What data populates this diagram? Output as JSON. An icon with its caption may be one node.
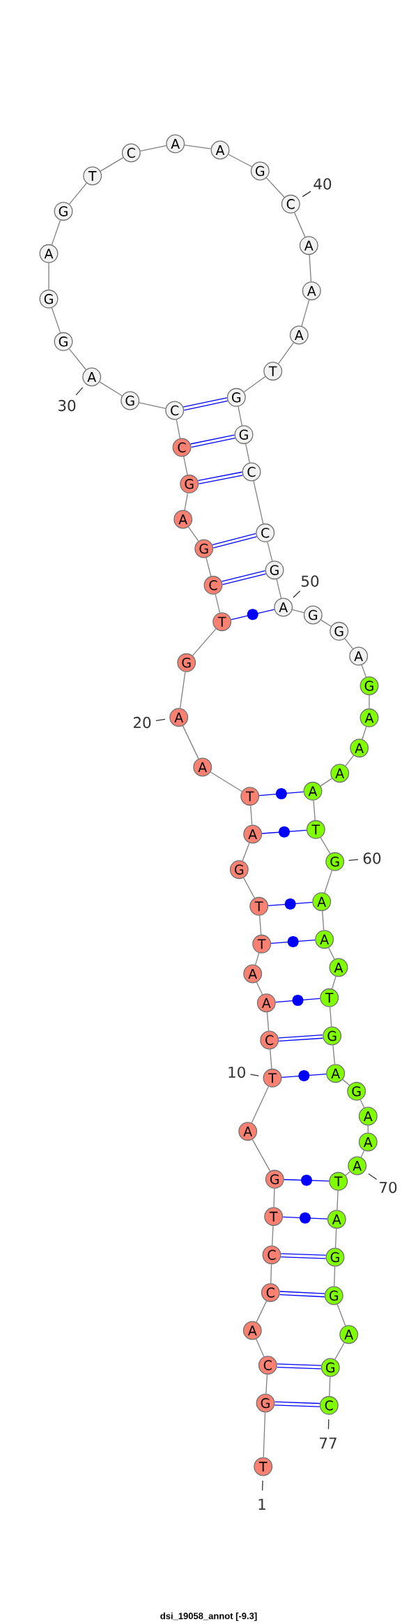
{
  "diagram": {
    "caption": "dsi_19058_annot [-9.3]",
    "nodes": [
      {
        "text": [
          "T"
        ]
      },
      {
        "text": [
          "G"
        ]
      },
      {
        "text": [
          "C"
        ]
      },
      {
        "text": [
          "A"
        ]
      },
      {
        "text": [
          "C"
        ]
      },
      {
        "text": [
          "C"
        ]
      },
      {
        "text": [
          "T"
        ]
      },
      {
        "text": [
          "G"
        ]
      },
      {
        "text": [
          "A"
        ]
      },
      {
        "text": [
          "T"
        ]
      },
      {
        "text": [
          "C"
        ]
      },
      {
        "text": [
          "A"
        ]
      },
      {
        "text": [
          "A"
        ]
      },
      {
        "text": [
          "T"
        ]
      },
      {
        "text": [
          "T"
        ]
      },
      {
        "text": [
          "G"
        ]
      },
      {
        "text": [
          "A"
        ]
      },
      {
        "text": [
          "T"
        ]
      },
      {
        "text": [
          "A"
        ]
      },
      {
        "text": [
          "A"
        ]
      },
      {
        "text": [
          "G"
        ]
      },
      {
        "text": [
          "T"
        ]
      },
      {
        "text": [
          "C"
        ]
      },
      {
        "text": [
          "G"
        ]
      },
      {
        "text": [
          "A"
        ]
      },
      {
        "text": [
          "G"
        ]
      },
      {
        "text": [
          "C"
        ]
      },
      {
        "text": [
          "C"
        ]
      },
      {
        "text": [
          "G"
        ]
      },
      {
        "text": [
          "A"
        ]
      },
      {
        "text": [
          "G"
        ]
      },
      {
        "text": [
          "G"
        ]
      },
      {
        "text": [
          "A"
        ]
      },
      {
        "text": [
          "G"
        ]
      },
      {
        "text": [
          "T"
        ]
      },
      {
        "text": [
          "C"
        ]
      },
      {
        "text": [
          "A"
        ]
      },
      {
        "text": [
          "A"
        ]
      },
      {
        "text": [
          "G"
        ]
      },
      {
        "text": [
          "C"
        ]
      },
      {
        "text": [
          "A"
        ]
      },
      {
        "text": [
          "A"
        ]
      },
      {
        "text": [
          "A"
        ]
      },
      {
        "text": [
          "T"
        ]
      },
      {
        "text": [
          "G"
        ]
      },
      {
        "text": [
          "G"
        ]
      },
      {
        "text": [
          "C"
        ]
      },
      {
        "text": [
          "C"
        ]
      },
      {
        "text": [
          "G"
        ]
      },
      {
        "text": [
          "A"
        ]
      },
      {
        "text": [
          "G"
        ]
      },
      {
        "text": [
          "G"
        ]
      },
      {
        "text": [
          "A"
        ]
      },
      {
        "text": [
          "G"
        ]
      },
      {
        "text": [
          "A"
        ]
      },
      {
        "text": [
          "A"
        ]
      },
      {
        "text": [
          "A"
        ]
      },
      {
        "text": [
          "A"
        ]
      },
      {
        "text": [
          "T"
        ]
      },
      {
        "text": [
          "G"
        ]
      },
      {
        "text": [
          "A"
        ]
      },
      {
        "text": [
          "A"
        ]
      },
      {
        "text": [
          "A"
        ]
      },
      {
        "text": [
          "T"
        ]
      },
      {
        "text": [
          "G"
        ]
      },
      {
        "text": [
          "A"
        ]
      },
      {
        "text": [
          "G"
        ]
      },
      {
        "text": [
          "A"
        ]
      },
      {
        "text": [
          "A"
        ]
      },
      {
        "text": [
          "A"
        ]
      },
      {
        "text": [
          "T"
        ]
      },
      {
        "text": [
          "A"
        ]
      },
      {
        "text": [
          "G"
        ]
      },
      {
        "text": [
          "G"
        ]
      },
      {
        "text": [
          "A"
        ]
      },
      {
        "text": [
          "G"
        ]
      },
      {
        "text": [
          "C"
        ]
      },
      {
        "text": [
          "1"
        ]
      },
      {
        "text": [
          "10"
        ]
      },
      {
        "text": [
          "20"
        ]
      },
      {
        "text": [
          "30"
        ]
      },
      {
        "text": [
          "40"
        ]
      },
      {
        "text": [
          "50"
        ]
      },
      {
        "text": [
          "60"
        ]
      },
      {
        "text": [
          "70"
        ]
      },
      {
        "text": [
          "77"
        ]
      }
    ],
    "edges": [
      {
        "from": 0,
        "to": 1,
        "arrow": "none"
      },
      {
        "from": 1,
        "to": 2,
        "arrow": "none"
      },
      {
        "from": 2,
        "to": 3,
        "arrow": "none"
      },
      {
        "from": 3,
        "to": 4,
        "arrow": "none"
      },
      {
        "from": 4,
        "to": 5,
        "arrow": "none"
      },
      {
        "from": 5,
        "to": 6,
        "arrow": "none"
      },
      {
        "from": 6,
        "to": 7,
        "arrow": "none"
      },
      {
        "from": 7,
        "to": 8,
        "arrow": "none"
      },
      {
        "from": 8,
        "to": 9,
        "arrow": "none"
      },
      {
        "from": 9,
        "to": 10,
        "arrow": "none"
      },
      {
        "from": 10,
        "to": 11,
        "arrow": "none"
      },
      {
        "from": 11,
        "to": 12,
        "arrow": "none"
      },
      {
        "from": 12,
        "to": 13,
        "arrow": "none"
      },
      {
        "from": 13,
        "to": 14,
        "arrow": "none"
      },
      {
        "from": 14,
        "to": 15,
        "arrow": "none"
      },
      {
        "from": 15,
        "to": 16,
        "arrow": "none"
      },
      {
        "from": 16,
        "to": 17,
        "arrow": "none"
      },
      {
        "from": 17,
        "to": 18,
        "arrow": "none"
      },
      {
        "from": 18,
        "to": 19,
        "arrow": "none"
      },
      {
        "from": 19,
        "to": 20,
        "arrow": "none"
      },
      {
        "from": 20,
        "to": 21,
        "arrow": "none"
      },
      {
        "from": 21,
        "to": 22,
        "arrow": "none"
      },
      {
        "from": 22,
        "to": 23,
        "arrow": "none"
      },
      {
        "from": 23,
        "to": 24,
        "arrow": "none"
      },
      {
        "from": 24,
        "to": 25,
        "arrow": "none"
      },
      {
        "from": 25,
        "to": 26,
        "arrow": "none"
      },
      {
        "from": 26,
        "to": 27,
        "arrow": "none"
      },
      {
        "from": 27,
        "to": 28,
        "arrow": "none"
      },
      {
        "from": 28,
        "to": 29,
        "arrow": "none"
      },
      {
        "from": 29,
        "to": 30,
        "arrow": "none"
      },
      {
        "from": 30,
        "to": 31,
        "arrow": "none"
      },
      {
        "from": 31,
        "to": 32,
        "arrow": "none"
      },
      {
        "from": 32,
        "to": 33,
        "arrow": "none"
      },
      {
        "from": 33,
        "to": 34,
        "arrow": "none"
      },
      {
        "from": 34,
        "to": 35,
        "arrow": "none"
      },
      {
        "from": 35,
        "to": 36,
        "arrow": "none"
      },
      {
        "from": 36,
        "to": 37,
        "arrow": "none"
      },
      {
        "from": 37,
        "to": 38,
        "arrow": "none"
      },
      {
        "from": 38,
        "to": 39,
        "arrow": "none"
      },
      {
        "from": 39,
        "to": 40,
        "arrow": "none"
      },
      {
        "from": 40,
        "to": 41,
        "arrow": "none"
      },
      {
        "from": 41,
        "to": 42,
        "arrow": "none"
      },
      {
        "from": 42,
        "to": 43,
        "arrow": "none"
      },
      {
        "from": 43,
        "to": 44,
        "arrow": "none"
      },
      {
        "from": 44,
        "to": 45,
        "arrow": "none"
      },
      {
        "from": 45,
        "to": 46,
        "arrow": "none"
      },
      {
        "from": 46,
        "to": 47,
        "arrow": "none"
      },
      {
        "from": 47,
        "to": 48,
        "arrow": "none"
      },
      {
        "from": 48,
        "to": 49,
        "arrow": "none"
      },
      {
        "from": 49,
        "to": 50,
        "arrow": "none"
      },
      {
        "from": 50,
        "to": 51,
        "arrow": "none"
      },
      {
        "from": 51,
        "to": 52,
        "arrow": "none"
      },
      {
        "from": 52,
        "to": 53,
        "arrow": "none"
      },
      {
        "from": 53,
        "to": 54,
        "arrow": "none"
      },
      {
        "from": 54,
        "to": 55,
        "arrow": "none"
      },
      {
        "from": 55,
        "to": 56,
        "arrow": "none"
      },
      {
        "from": 56,
        "to": 57,
        "arrow": "none"
      },
      {
        "from": 57,
        "to": 58,
        "arrow": "none"
      },
      {
        "from": 58,
        "to": 59,
        "arrow": "none"
      },
      {
        "from": 59,
        "to": 60,
        "arrow": "none"
      },
      {
        "from": 60,
        "to": 61,
        "arrow": "none"
      },
      {
        "from": 61,
        "to": 62,
        "arrow": "none"
      },
      {
        "from": 62,
        "to": 63,
        "arrow": "none"
      },
      {
        "from": 63,
        "to": 64,
        "arrow": "none"
      },
      {
        "from": 64,
        "to": 65,
        "arrow": "none"
      },
      {
        "from": 65,
        "to": 66,
        "arrow": "none"
      },
      {
        "from": 66,
        "to": 67,
        "arrow": "none"
      },
      {
        "from": 67,
        "to": 68,
        "arrow": "none"
      },
      {
        "from": 68,
        "to": 69,
        "arrow": "none"
      },
      {
        "from": 69,
        "to": 70,
        "arrow": "none"
      },
      {
        "from": 70,
        "to": 71,
        "arrow": "none"
      },
      {
        "from": 71,
        "to": 72,
        "arrow": "none"
      },
      {
        "from": 72,
        "to": 73,
        "arrow": "none"
      },
      {
        "from": 73,
        "to": 74,
        "arrow": "none"
      },
      {
        "from": 74,
        "to": 75,
        "arrow": "none"
      },
      {
        "from": 75,
        "to": 76,
        "arrow": "none"
      },
      {
        "from": 1,
        "to": 76,
        "arrow": "none",
        "style": "thick",
        "color": "#0000ff"
      },
      {
        "from": 2,
        "to": 75,
        "arrow": "none",
        "style": "thick",
        "color": "#0000ff"
      },
      {
        "from": 4,
        "to": 73,
        "arrow": "none",
        "style": "thick",
        "color": "#0000ff"
      },
      {
        "from": 5,
        "to": 72,
        "arrow": "none",
        "style": "thick",
        "color": "#0000ff"
      },
      {
        "from": 6,
        "to": 71,
        "arrow": "none",
        "color": "#0000ff"
      },
      {
        "from": 7,
        "to": 70,
        "arrow": "none",
        "color": "#0000ff"
      },
      {
        "from": 9,
        "to": 65,
        "arrow": "none",
        "color": "#0000ff"
      },
      {
        "from": 10,
        "to": 64,
        "arrow": "none",
        "style": "thick",
        "color": "#0000ff"
      },
      {
        "from": 11,
        "to": 63,
        "arrow": "none",
        "color": "#0000ff"
      },
      {
        "from": 13,
        "to": 61,
        "arrow": "none",
        "color": "#0000ff"
      },
      {
        "from": 14,
        "to": 60,
        "arrow": "none",
        "color": "#0000ff"
      },
      {
        "from": 16,
        "to": 58,
        "arrow": "none",
        "color": "#0000ff"
      },
      {
        "from": 17,
        "to": 57,
        "arrow": "none",
        "color": "#0000ff"
      },
      {
        "from": 21,
        "to": 49,
        "arrow": "none",
        "color": "#0000ff"
      },
      {
        "from": 22,
        "to": 48,
        "arrow": "none",
        "style": "thick",
        "color": "#0000ff"
      },
      {
        "from": 23,
        "to": 47,
        "arrow": "none",
        "style": "thick",
        "color": "#0000ff"
      },
      {
        "from": 25,
        "to": 46,
        "arrow": "none",
        "style": "thick",
        "color": "#0000ff"
      },
      {
        "from": 26,
        "to": 45,
        "arrow": "none",
        "style": "thick",
        "color": "#0000ff"
      },
      {
        "from": 27,
        "to": 44,
        "arrow": "none",
        "style": "thick",
        "color": "#0000ff"
      },
      {
        "from": 77,
        "to": 0,
        "arrow": "none",
        "color": "#333333"
      },
      {
        "from": 78,
        "to": 9,
        "arrow": "none",
        "color": "#333333"
      },
      {
        "from": 79,
        "to": 19,
        "arrow": "none",
        "color": "#333333"
      },
      {
        "from": 80,
        "to": 29,
        "arrow": "none",
        "color": "#333333"
      },
      {
        "from": 81,
        "to": 39,
        "arrow": "none",
        "color": "#333333"
      },
      {
        "from": 82,
        "to": 49,
        "arrow": "none",
        "color": "#333333"
      },
      {
        "from": 83,
        "to": 59,
        "arrow": "none",
        "color": "#333333"
      },
      {
        "from": 84,
        "to": 69,
        "arrow": "none",
        "color": "#333333"
      },
      {
        "from": 85,
        "to": 76,
        "arrow": "none",
        "color": "#333333"
      }
    ]
  }
}
